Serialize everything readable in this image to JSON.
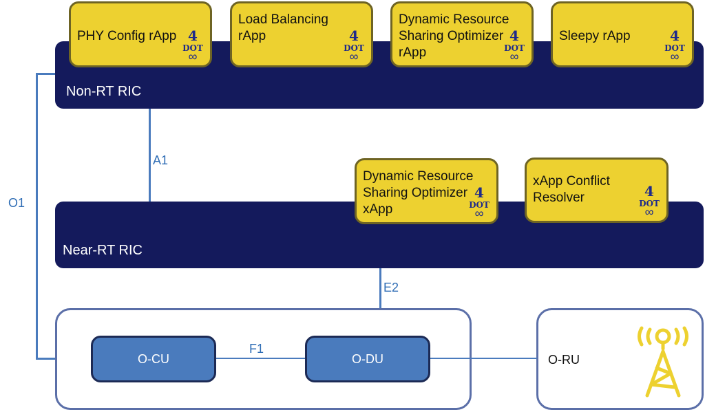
{
  "non_rt_ric": {
    "label": "Non-RT RIC",
    "rapps": [
      {
        "label": "PHY Config rApp"
      },
      {
        "label": "Load Balancing rApp"
      },
      {
        "label": "Dynamic Resource Sharing Optimizer rApp"
      },
      {
        "label": "Sleepy rApp"
      }
    ]
  },
  "near_rt_ric": {
    "label": "Near-RT RIC",
    "xapps": [
      {
        "label": "Dynamic Resource Sharing Optimizer xApp"
      },
      {
        "label": "xApp Conflict Resolver"
      }
    ]
  },
  "interfaces": {
    "o1": "O1",
    "a1": "A1",
    "e2": "E2",
    "f1": "F1"
  },
  "nodes": {
    "ocu": "O-CU",
    "odu": "O-DU",
    "oru": "O-RU"
  },
  "logo": {
    "top": "4",
    "middle": "DOT",
    "bottom": "∞"
  },
  "icons": {
    "tower": "radio-tower-icon"
  },
  "colors": {
    "ric": "#141a5c",
    "app": "#edd130",
    "link": "#4a7bbd",
    "antenna": "#edd130"
  }
}
